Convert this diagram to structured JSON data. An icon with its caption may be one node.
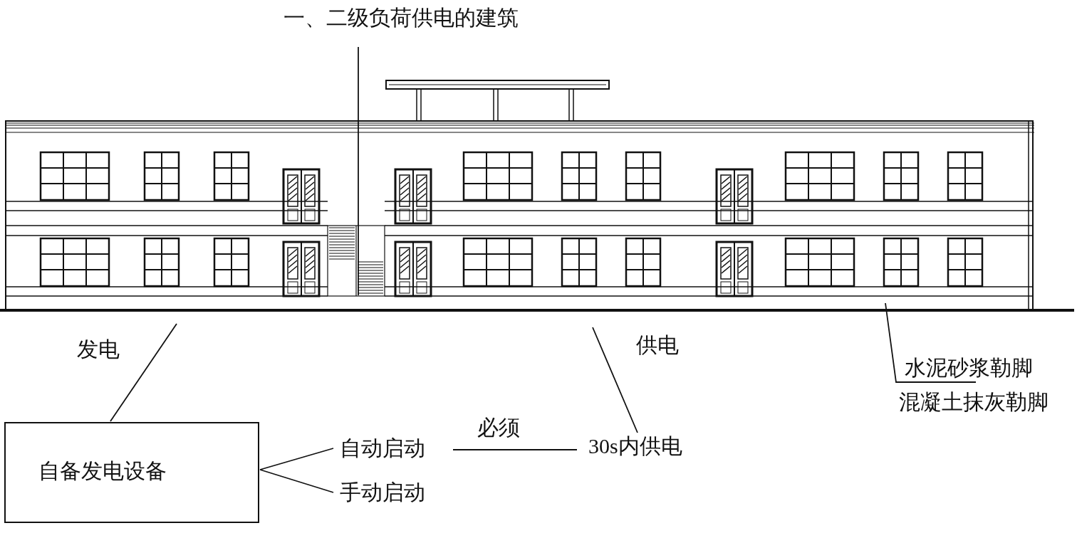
{
  "diagram": {
    "nodes": [
      {
        "text": [
          "一、二级负荷供电的建筑"
        ]
      },
      {
        "text": [],
        "shape": "picture"
      },
      {
        "text": [
          "自备发电设备"
        ]
      },
      {
        "text": [
          "自动启动"
        ]
      },
      {
        "text": [
          "手动启动"
        ]
      },
      {
        "text": [
          "30s内供电"
        ]
      },
      {
        "text": [
          "水泥砂浆勒脚"
        ]
      }
    ],
    "edges": [
      {
        "from": 0,
        "to": 1,
        "arrow": "none"
      },
      {
        "from": 2,
        "to": 1,
        "arrow": "none",
        "label": "发电"
      },
      {
        "from": 2,
        "to": 3,
        "arrow": "none"
      },
      {
        "from": 2,
        "to": 4,
        "arrow": "none"
      },
      {
        "from": 3,
        "to": 5,
        "arrow": "none",
        "label": "必须"
      },
      {
        "from": 5,
        "to": 1,
        "arrow": "none",
        "label": "供电"
      },
      {
        "from": 6,
        "to": 1,
        "arrow": "none"
      }
    ],
    "labels": [
      "混凝土抹灰勒脚"
    ]
  }
}
